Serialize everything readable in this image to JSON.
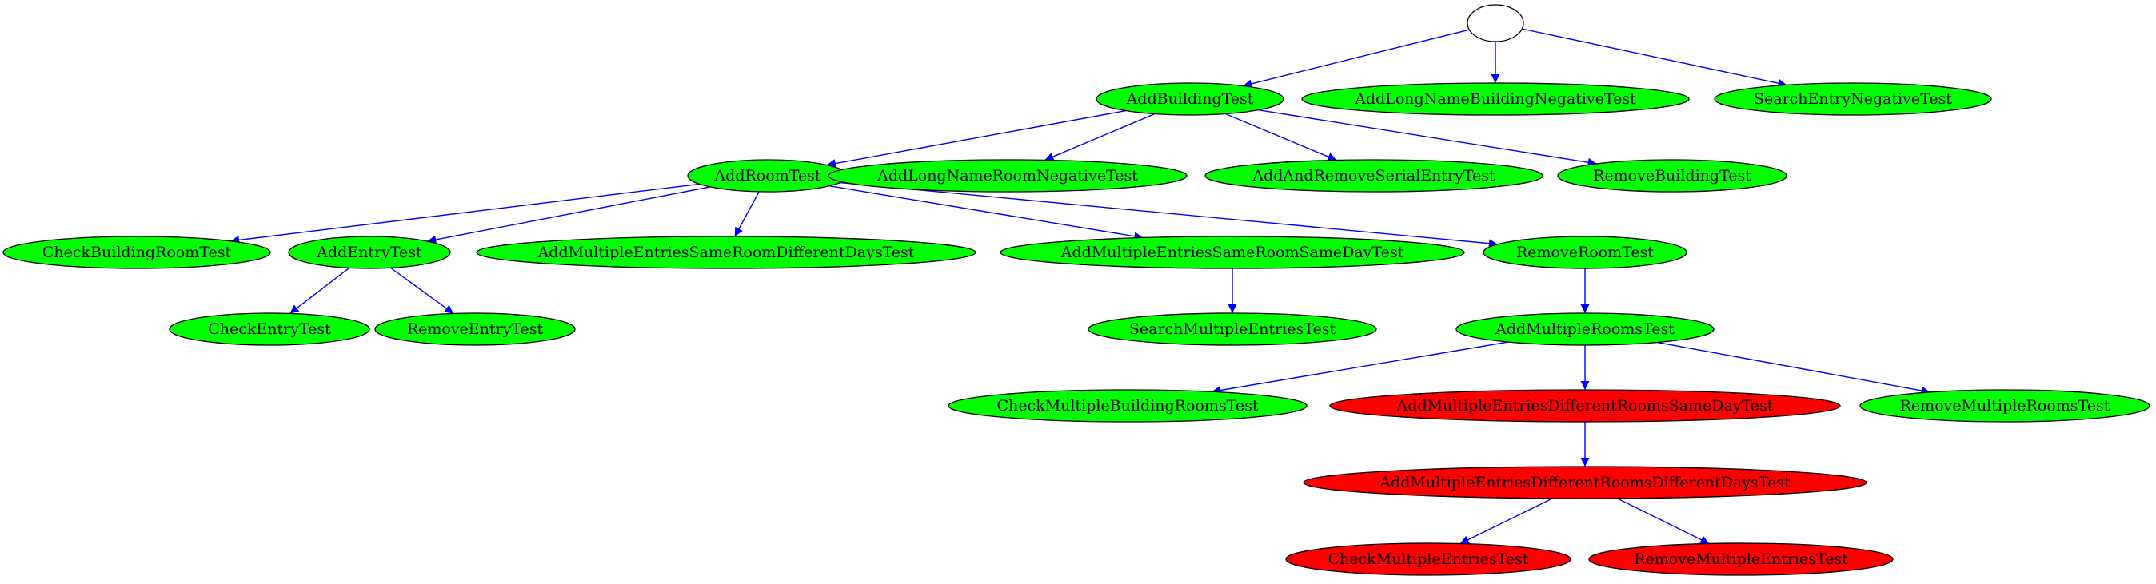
{
  "colors": {
    "pass": "#00ff00",
    "fail": "#ff0000",
    "root": "#ffffff",
    "edge": "#0000ff",
    "stroke": "#000000"
  },
  "nodes": [
    {
      "id": "root",
      "label": "",
      "status": "root"
    },
    {
      "id": "AddBuildingTest",
      "label": "AddBuildingTest",
      "status": "pass"
    },
    {
      "id": "AddLongNameBuildingNegativeTest",
      "label": "AddLongNameBuildingNegativeTest",
      "status": "pass"
    },
    {
      "id": "SearchEntryNegativeTest",
      "label": "SearchEntryNegativeTest",
      "status": "pass"
    },
    {
      "id": "AddRoomTest",
      "label": "AddRoomTest",
      "status": "pass"
    },
    {
      "id": "AddLongNameRoomNegativeTest",
      "label": "AddLongNameRoomNegativeTest",
      "status": "pass"
    },
    {
      "id": "AddAndRemoveSerialEntryTest",
      "label": "AddAndRemoveSerialEntryTest",
      "status": "pass"
    },
    {
      "id": "RemoveBuildingTest",
      "label": "RemoveBuildingTest",
      "status": "pass"
    },
    {
      "id": "CheckBuildingRoomTest",
      "label": "CheckBuildingRoomTest",
      "status": "pass"
    },
    {
      "id": "AddEntryTest",
      "label": "AddEntryTest",
      "status": "pass"
    },
    {
      "id": "AddMultipleEntriesSameRoomDifferentDaysTest",
      "label": "AddMultipleEntriesSameRoomDifferentDaysTest",
      "status": "pass"
    },
    {
      "id": "AddMultipleEntriesSameRoomSameDayTest",
      "label": "AddMultipleEntriesSameRoomSameDayTest",
      "status": "pass"
    },
    {
      "id": "RemoveRoomTest",
      "label": "RemoveRoomTest",
      "status": "pass"
    },
    {
      "id": "CheckEntryTest",
      "label": "CheckEntryTest",
      "status": "pass"
    },
    {
      "id": "RemoveEntryTest",
      "label": "RemoveEntryTest",
      "status": "pass"
    },
    {
      "id": "SearchMultipleEntriesTest",
      "label": "SearchMultipleEntriesTest",
      "status": "pass"
    },
    {
      "id": "AddMultipleRoomsTest",
      "label": "AddMultipleRoomsTest",
      "status": "pass"
    },
    {
      "id": "CheckMultipleBuildingRoomsTest",
      "label": "CheckMultipleBuildingRoomsTest",
      "status": "pass"
    },
    {
      "id": "AddMultipleEntriesDifferentRoomsSameDayTest",
      "label": "AddMultipleEntriesDifferentRoomsSameDayTest",
      "status": "fail"
    },
    {
      "id": "RemoveMultipleRoomsTest",
      "label": "RemoveMultipleRoomsTest",
      "status": "pass"
    },
    {
      "id": "AddMultipleEntriesDifferentRoomsDifferentDaysTest",
      "label": "AddMultipleEntriesDifferentRoomsDifferentDaysTest",
      "status": "fail"
    },
    {
      "id": "CheckMultipleEntriesTest",
      "label": "CheckMultipleEntriesTest",
      "status": "fail"
    },
    {
      "id": "RemoveMultipleEntriesTest",
      "label": "RemoveMultipleEntriesTest",
      "status": "fail"
    }
  ],
  "edges": [
    {
      "from": "root",
      "to": "AddBuildingTest"
    },
    {
      "from": "root",
      "to": "AddLongNameBuildingNegativeTest"
    },
    {
      "from": "root",
      "to": "SearchEntryNegativeTest"
    },
    {
      "from": "AddBuildingTest",
      "to": "AddRoomTest"
    },
    {
      "from": "AddBuildingTest",
      "to": "AddLongNameRoomNegativeTest"
    },
    {
      "from": "AddBuildingTest",
      "to": "AddAndRemoveSerialEntryTest"
    },
    {
      "from": "AddBuildingTest",
      "to": "RemoveBuildingTest"
    },
    {
      "from": "AddRoomTest",
      "to": "CheckBuildingRoomTest"
    },
    {
      "from": "AddRoomTest",
      "to": "AddEntryTest"
    },
    {
      "from": "AddRoomTest",
      "to": "AddMultipleEntriesSameRoomDifferentDaysTest"
    },
    {
      "from": "AddRoomTest",
      "to": "AddMultipleEntriesSameRoomSameDayTest"
    },
    {
      "from": "AddRoomTest",
      "to": "RemoveRoomTest"
    },
    {
      "from": "AddEntryTest",
      "to": "CheckEntryTest"
    },
    {
      "from": "AddEntryTest",
      "to": "RemoveEntryTest"
    },
    {
      "from": "AddMultipleEntriesSameRoomSameDayTest",
      "to": "SearchMultipleEntriesTest"
    },
    {
      "from": "RemoveRoomTest",
      "to": "AddMultipleRoomsTest"
    },
    {
      "from": "AddMultipleRoomsTest",
      "to": "CheckMultipleBuildingRoomsTest"
    },
    {
      "from": "AddMultipleRoomsTest",
      "to": "AddMultipleEntriesDifferentRoomsSameDayTest"
    },
    {
      "from": "AddMultipleRoomsTest",
      "to": "RemoveMultipleRoomsTest"
    },
    {
      "from": "AddMultipleEntriesDifferentRoomsSameDayTest",
      "to": "AddMultipleEntriesDifferentRoomsDifferentDaysTest"
    },
    {
      "from": "AddMultipleEntriesDifferentRoomsDifferentDaysTest",
      "to": "CheckMultipleEntriesTest"
    },
    {
      "from": "AddMultipleEntriesDifferentRoomsDifferentDaysTest",
      "to": "RemoveMultipleEntriesTest"
    }
  ]
}
